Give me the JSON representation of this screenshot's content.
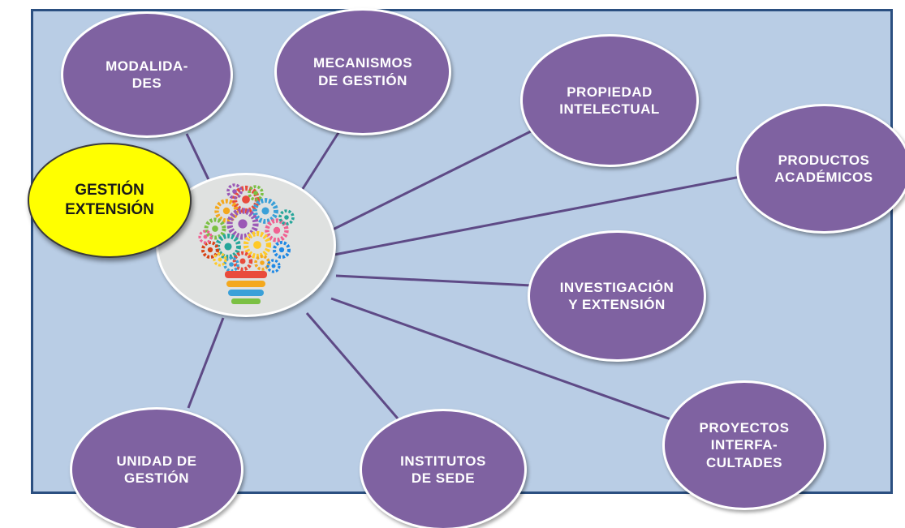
{
  "diagram": {
    "root_label": "GESTIÓN\nEXTENSIÓN",
    "nodes": [
      {
        "id": "modalidades",
        "label": "MODALIDA-\nDES"
      },
      {
        "id": "mecanismos",
        "label": "MECANISMOS\nDE GESTIÓN"
      },
      {
        "id": "propiedad",
        "label": "PROPIEDAD\nINTELECTUAL"
      },
      {
        "id": "productos",
        "label": "PRODUCTOS\nACADÉMICOS"
      },
      {
        "id": "investigacion",
        "label": "INVESTIGACIÓN\nY EXTENSIÓN"
      },
      {
        "id": "proyectos",
        "label": "PROYECTOS\nINTERFA-\nCULTADES"
      },
      {
        "id": "institutos",
        "label": "INSTITUTOS\nDE SEDE"
      },
      {
        "id": "unidad",
        "label": "UNIDAD DE\nGESTIÓN"
      }
    ],
    "hub_image": "lightbulb-gears-icon",
    "colors": {
      "background_panel": "#b9cde5",
      "panel_border": "#2b4f80",
      "node_fill": "#7f62a1",
      "node_text": "#ffffff",
      "root_fill": "#ffff00",
      "connector": "#5e4a86"
    }
  }
}
